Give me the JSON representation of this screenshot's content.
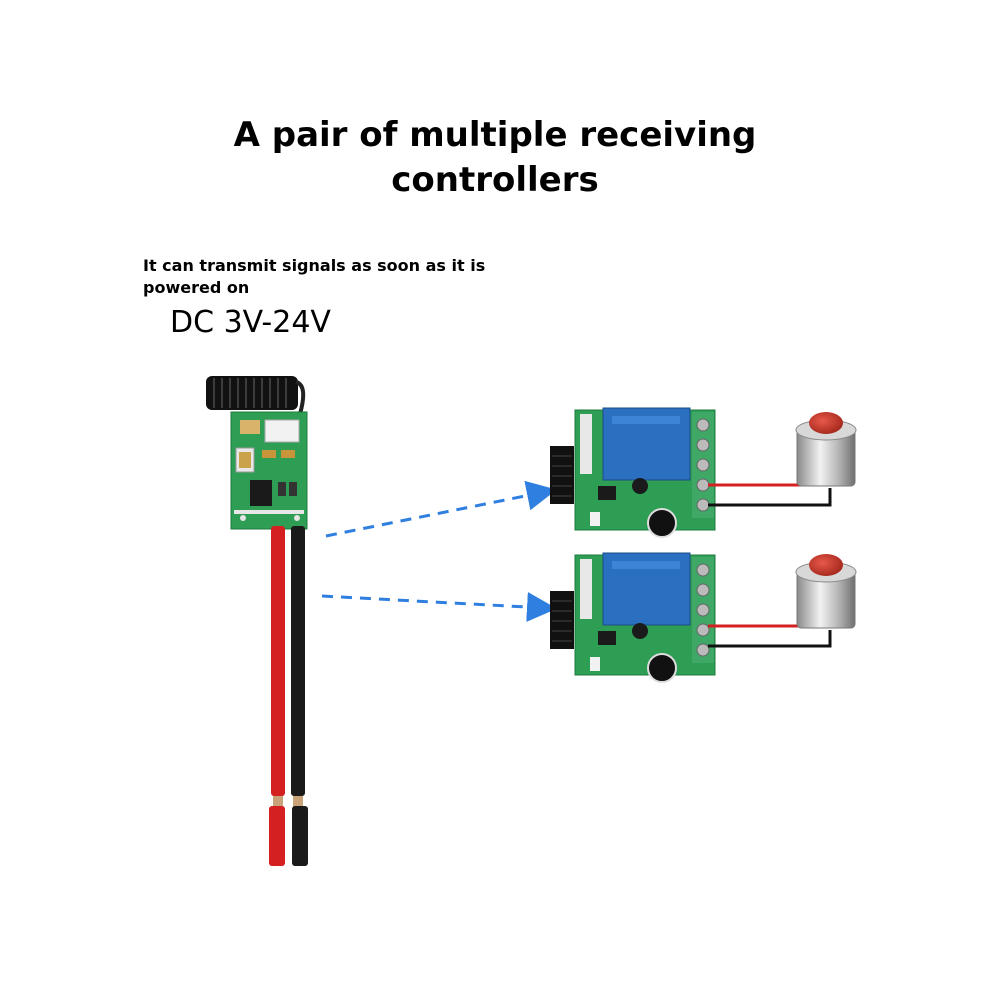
{
  "title": {
    "line1": "A pair of multiple receiving",
    "line2": "controllers"
  },
  "transmitter": {
    "note": "It can transmit signals as soon as it is powered on",
    "voltage": "DC 3V-24V"
  },
  "colors": {
    "pcb_green": "#2f9e55",
    "relay_blue": "#2a6fc0",
    "wire_red": "#d42020",
    "wire_black": "#1a1a1a",
    "arrow_blue": "#2f7fe0",
    "button_red": "#c0392b"
  },
  "icons": [
    "antenna-coil-icon",
    "relay-icon",
    "push-button-icon",
    "dashed-arrow-icon"
  ]
}
